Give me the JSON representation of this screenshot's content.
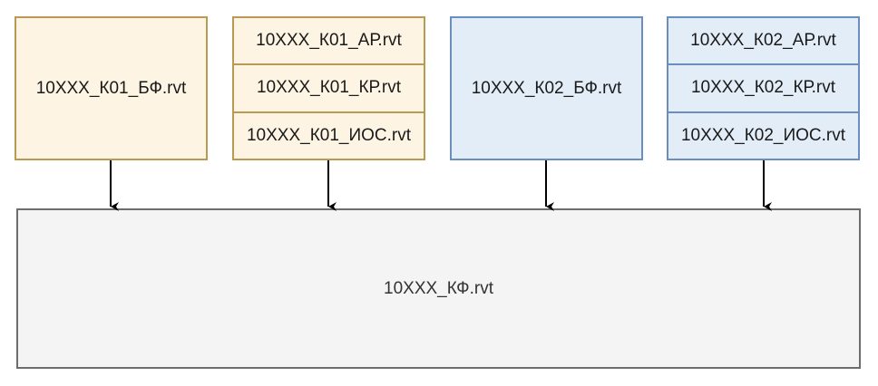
{
  "sources": [
    {
      "type": "single",
      "color": "orange",
      "label": "10XXX_К01_БФ.rvt"
    },
    {
      "type": "stack",
      "color": "orange",
      "labels": [
        "10XXX_К01_АР.rvt",
        "10XXX_К01_КР.rvt",
        "10XXX_К01_ИОС.rvt"
      ]
    },
    {
      "type": "single",
      "color": "blue",
      "label": "10XXX_К02_БФ.rvt"
    },
    {
      "type": "stack",
      "color": "blue",
      "labels": [
        "10XXX_К02_АР.rvt",
        "10XXX_К02_КР.rvt",
        "10XXX_К02_ИОС.rvt"
      ]
    }
  ],
  "target": {
    "label": "10XXX_КФ.rvt"
  },
  "colors": {
    "orange_fill": "#fdf4e3",
    "orange_stroke": "#b89a50",
    "blue_fill": "#e3edf8",
    "blue_stroke": "#6c8ebf",
    "gray_fill": "#f4f4f4",
    "gray_stroke": "#6d6d6d",
    "arrow": "#000000"
  }
}
